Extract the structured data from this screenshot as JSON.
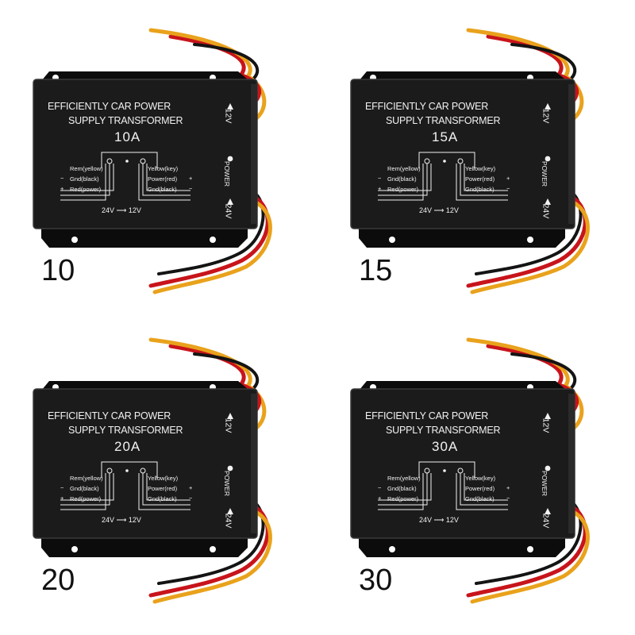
{
  "colors": {
    "background": "#ffffff",
    "housing": "#1b1b1b",
    "plate": "#0c0c0c",
    "wire_red": "#c8141b",
    "wire_yellow": "#e9a21c",
    "wire_black": "#141414",
    "print": "#f2f2f2"
  },
  "products": [
    {
      "caption": "10",
      "title_line1": "EFFICIENTLY CAR POWER",
      "title_line2": "SUPPLY TRANSFORMER",
      "rating": "10A",
      "label_12v": "12V",
      "label_power": "POWER",
      "label_24v": "24V",
      "left_wires": [
        "Rem(yellow)",
        "Gnd(black)",
        "Red(power)"
      ],
      "right_wires": [
        "Yellow(key)",
        "Power(red)",
        "Gnd(black)"
      ],
      "minus": "−",
      "plus": "+",
      "conversion": "24V ⟶ 12V"
    },
    {
      "caption": "15",
      "title_line1": "EFFICIENTLY CAR POWER",
      "title_line2": "SUPPLY TRANSFORMER",
      "rating": "15A",
      "label_12v": "12V",
      "label_power": "POWER",
      "label_24v": "24V",
      "left_wires": [
        "Rem(yellow)",
        "Gnd(black)",
        "Red(power)"
      ],
      "right_wires": [
        "Yellow(key)",
        "Power(red)",
        "Gnd(black)"
      ],
      "minus": "−",
      "plus": "+",
      "conversion": "24V ⟶ 12V"
    },
    {
      "caption": "20",
      "title_line1": "EFFICIENTLY CAR POWER",
      "title_line2": "SUPPLY TRANSFORMER",
      "rating": "20A",
      "label_12v": "12V",
      "label_power": "POWER",
      "label_24v": "24V",
      "left_wires": [
        "Rem(yellow)",
        "Gnd(black)",
        "Red(power)"
      ],
      "right_wires": [
        "Yellow(key)",
        "Power(red)",
        "Gnd(black)"
      ],
      "minus": "−",
      "plus": "+",
      "conversion": "24V ⟶ 12V"
    },
    {
      "caption": "30",
      "title_line1": "EFFICIENTLY CAR POWER",
      "title_line2": "SUPPLY TRANSFORMER",
      "rating": "30A",
      "label_12v": "12V",
      "label_power": "POWER",
      "label_24v": "24V",
      "left_wires": [
        "Rem(yellow)",
        "Gnd(black)",
        "Red(power)"
      ],
      "right_wires": [
        "Yellow(key)",
        "Power(red)",
        "Gnd(black)"
      ],
      "minus": "−",
      "plus": "+",
      "conversion": "24V ⟶ 12V"
    }
  ]
}
